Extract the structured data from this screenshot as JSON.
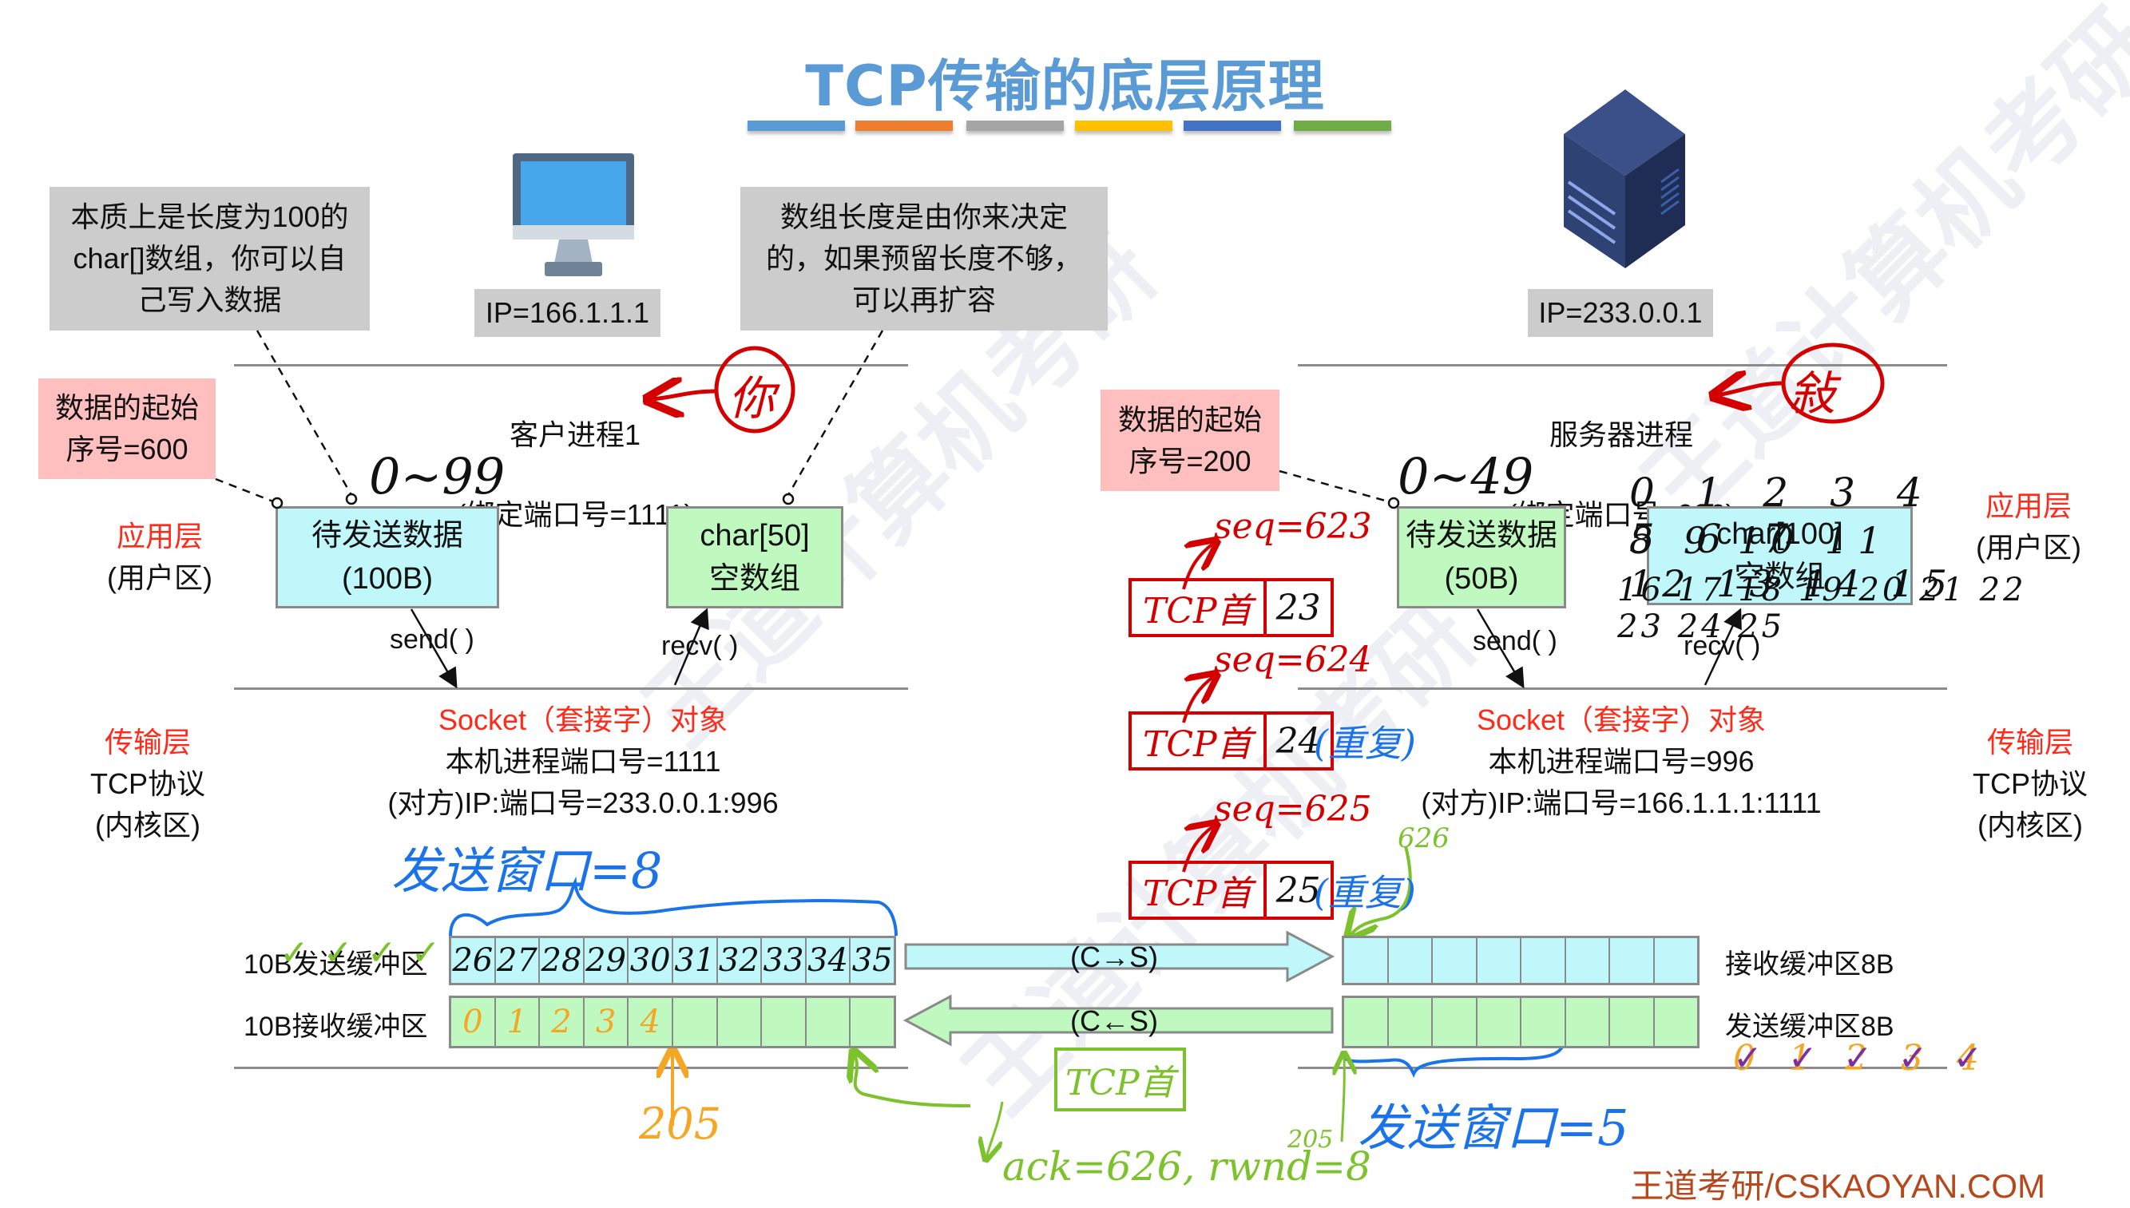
{
  "title": "TCP传输的底层原理",
  "title_bar_colors": [
    "#5b9bd5",
    "#ed7d31",
    "#a5a5a5",
    "#ffc000",
    "#4472c4",
    "#70ad47"
  ],
  "notes": {
    "left": "本质上是长度为100的\nchar[]数组，你可以自\n己写入数据",
    "right": "数组长度是由你来决定\n的，如果预留长度不够，\n可以再扩容"
  },
  "client": {
    "ip": "IP=166.1.1.1",
    "process": "客户进程1",
    "port_binding": "(绑定端口号=1111)",
    "handwritten_tag": "你",
    "start_seq": "数据的起始\n序号=600",
    "send_data_box": {
      "line1": "待发送数据",
      "line2": "(100B)"
    },
    "send_data_range": "0~99",
    "recv_box": {
      "line1": "char[50]",
      "line2": "空数组"
    },
    "send_call": "send( )",
    "recv_call": "recv( )",
    "socket": {
      "title": "Socket（套接字）对象",
      "local_port": "本机进程端口号=1111",
      "remote": "(对方)IP:端口号=233.0.0.1:996"
    },
    "send_window_note": "发送窗口=8",
    "send_buffer": {
      "label": "10B发送缓冲区",
      "cells": [
        "26",
        "27",
        "28",
        "29",
        "30",
        "31",
        "32",
        "33",
        "34",
        "35"
      ]
    },
    "recv_buffer": {
      "label": "10B接收缓冲区",
      "cells": [
        "0",
        "1",
        "2",
        "3",
        "4",
        "",
        "",
        "",
        "",
        ""
      ]
    },
    "recv_pointer_note": "205"
  },
  "server": {
    "ip": "IP=233.0.0.1",
    "process": "服务器进程",
    "port_binding": "(绑定端口号=996)",
    "handwritten_tag": "敍",
    "start_seq": "数据的起始\n序号=200",
    "send_data_box": {
      "line1": "待发送数据",
      "line2": "(50B)"
    },
    "send_data_range": "0~49",
    "recv_box": {
      "line1": "char[100]",
      "line2": "空数组"
    },
    "recv_box_overlay_rows": [
      [
        "0",
        "1",
        "2",
        "3",
        "4",
        "5",
        "6",
        "7"
      ],
      [
        "8",
        "9",
        "10",
        "11",
        "12",
        "13",
        "14",
        "15"
      ],
      [
        "16",
        "17",
        "18",
        "19",
        "20",
        "21",
        "22",
        "23",
        "24",
        "25"
      ]
    ],
    "send_call": "send( )",
    "recv_call": "recv( )",
    "socket": {
      "title": "Socket（套接字）对象",
      "local_port": "本机进程端口号=996",
      "remote": "(对方)IP:端口号=166.1.1.1:1111"
    },
    "recv_buffer": {
      "label": "接收缓冲区8B",
      "cells": [
        "",
        "",
        "",
        "",
        "",
        "",
        "",
        ""
      ]
    },
    "send_buffer": {
      "label": "发送缓冲区8B",
      "cells": [
        "",
        "",
        "",
        "",
        "",
        "",
        "",
        ""
      ]
    },
    "send_window_note": "发送窗口=5",
    "send_buffer_marks": "0 1 2 3 4",
    "recv_pointer_note": "626",
    "send_pointer_note": "205"
  },
  "layers": {
    "app_left": {
      "name": "应用层",
      "sub": "(用户区)"
    },
    "transport_left": {
      "name": "传输层",
      "sub1": "TCP协议",
      "sub2": "(内核区)"
    },
    "app_right": {
      "name": "应用层",
      "sub": "(用户区)"
    },
    "transport_right": {
      "name": "传输层",
      "sub1": "TCP协议",
      "sub2": "(内核区)"
    }
  },
  "channels": {
    "c_to_s": "(C→S)",
    "c_from_s": "(C←S)"
  },
  "segments": [
    {
      "seq": "seq=623",
      "header": "TCP首",
      "payload": "23",
      "note": ""
    },
    {
      "seq": "seq=624",
      "header": "TCP首",
      "payload": "24",
      "note": "(重复)"
    },
    {
      "seq": "seq=625",
      "header": "TCP首",
      "payload": "25",
      "note": "(重复)"
    }
  ],
  "ack_segment": {
    "header": "TCP首",
    "fields": "ack=626, rwnd=8"
  },
  "colors": {
    "layer_red": "#ff2a1a",
    "cyan_fill": "#bff7fb",
    "green_fill": "#bff9c0",
    "pink_fill": "#ffbfbf",
    "note_gray": "#cccccc",
    "hand_red": "#d40000",
    "hand_blue": "#1a73e8",
    "hand_green": "#7cc22c",
    "hand_orange": "#f5a623",
    "hand_purple": "#7d2fa0",
    "footer_brown": "#b5481c"
  },
  "footer": "王道考研/CSKAOYAN.COM"
}
